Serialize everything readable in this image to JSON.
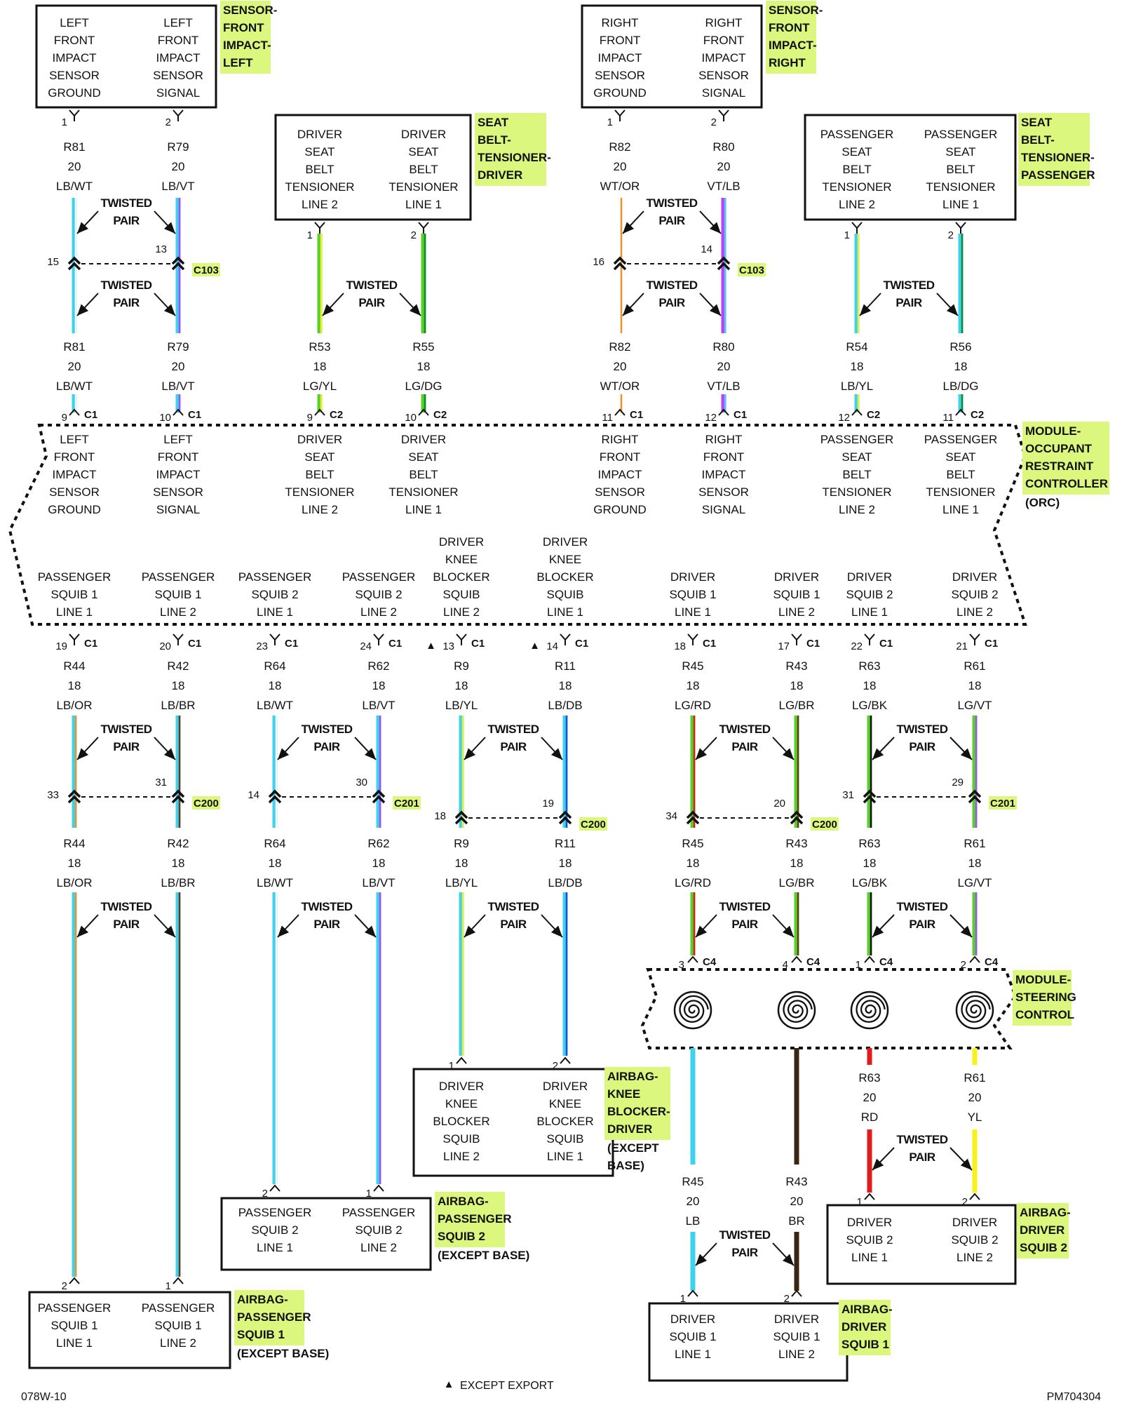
{
  "components": {
    "sensor_left": {
      "tag": [
        "SENSOR-",
        "FRONT",
        "IMPACT-",
        "LEFT"
      ],
      "col_a": [
        "LEFT",
        "FRONT",
        "IMPACT",
        "SENSOR",
        "GROUND"
      ],
      "col_b": [
        "LEFT",
        "FRONT",
        "IMPACT",
        "SENSOR",
        "SIGNAL"
      ]
    },
    "sensor_right": {
      "tag": [
        "SENSOR-",
        "FRONT",
        "IMPACT-",
        "RIGHT"
      ],
      "col_a": [
        "RIGHT",
        "FRONT",
        "IMPACT",
        "SENSOR",
        "GROUND"
      ],
      "col_b": [
        "RIGHT",
        "FRONT",
        "IMPACT",
        "SENSOR",
        "SIGNAL"
      ]
    },
    "tensioner_driver": {
      "tag": [
        "SEAT",
        "BELT-",
        "TENSIONER-",
        "DRIVER"
      ],
      "col_a": [
        "DRIVER",
        "SEAT",
        "BELT",
        "TENSIONER",
        "LINE 2"
      ],
      "col_b": [
        "DRIVER",
        "SEAT",
        "BELT",
        "TENSIONER",
        "LINE 1"
      ]
    },
    "tensioner_passenger": {
      "tag": [
        "SEAT",
        "BELT-",
        "TENSIONER-",
        "PASSENGER"
      ],
      "col_a": [
        "PASSENGER",
        "SEAT",
        "BELT",
        "TENSIONER",
        "LINE 2"
      ],
      "col_b": [
        "PASSENGER",
        "SEAT",
        "BELT",
        "TENSIONER",
        "LINE 1"
      ]
    },
    "orc": {
      "tag": [
        "MODULE-",
        "OCCUPANT",
        "RESTRAINT",
        "CONTROLLER"
      ],
      "tag_note": "(ORC)",
      "top_pins": [
        [
          "LEFT",
          "FRONT",
          "IMPACT",
          "SENSOR",
          "GROUND"
        ],
        [
          "LEFT",
          "FRONT",
          "IMPACT",
          "SENSOR",
          "SIGNAL"
        ],
        [
          "DRIVER",
          "SEAT",
          "BELT",
          "TENSIONER",
          "LINE 2"
        ],
        [
          "DRIVER",
          "SEAT",
          "BELT",
          "TENSIONER",
          "LINE 1"
        ],
        [
          "RIGHT",
          "FRONT",
          "IMPACT",
          "SENSOR",
          "GROUND"
        ],
        [
          "RIGHT",
          "FRONT",
          "IMPACT",
          "SENSOR",
          "SIGNAL"
        ],
        [
          "PASSENGER",
          "SEAT",
          "BELT",
          "TENSIONER",
          "LINE 2"
        ],
        [
          "PASSENGER",
          "SEAT",
          "BELT",
          "TENSIONER",
          "LINE 1"
        ]
      ],
      "bottom_pins": [
        [
          "PASSENGER",
          "SQUIB 1",
          "LINE 1"
        ],
        [
          "PASSENGER",
          "SQUIB 1",
          "LINE 2"
        ],
        [
          "PASSENGER",
          "SQUIB 2",
          "LINE 1"
        ],
        [
          "PASSENGER",
          "SQUIB 2",
          "LINE 2"
        ],
        [
          "DRIVER",
          "KNEE",
          "BLOCKER",
          "SQUIB",
          "LINE 2"
        ],
        [
          "DRIVER",
          "KNEE",
          "BLOCKER",
          "SQUIB",
          "LINE 1"
        ],
        [
          "DRIVER",
          "SQUIB 1",
          "LINE 1"
        ],
        [
          "DRIVER",
          "SQUIB 1",
          "LINE 2"
        ],
        [
          "DRIVER",
          "SQUIB 2",
          "LINE 1"
        ],
        [
          "DRIVER",
          "SQUIB 2",
          "LINE 2"
        ]
      ]
    },
    "steering_module": {
      "tag": [
        "MODULE-",
        "STEERING",
        "CONTROL"
      ]
    },
    "airbag_knee": {
      "tag": [
        "AIRBAG-",
        "KNEE",
        "BLOCKER-",
        "DRIVER"
      ],
      "tag_note": [
        "(EXCEPT",
        "BASE)"
      ],
      "col_a": [
        "DRIVER",
        "KNEE",
        "BLOCKER",
        "SQUIB",
        "LINE 2"
      ],
      "col_b": [
        "DRIVER",
        "KNEE",
        "BLOCKER",
        "SQUIB",
        "LINE 1"
      ]
    },
    "airbag_pass2": {
      "tag": [
        "AIRBAG-",
        "PASSENGER",
        "SQUIB 2"
      ],
      "tag_note": [
        "(EXCEPT BASE)"
      ],
      "col_a": [
        "PASSENGER",
        "SQUIB 2",
        "LINE 1"
      ],
      "col_b": [
        "PASSENGER",
        "SQUIB 2",
        "LINE 2"
      ]
    },
    "airbag_pass1": {
      "tag": [
        "AIRBAG-",
        "PASSENGER",
        "SQUIB 1"
      ],
      "tag_note": [
        "(EXCEPT BASE)"
      ],
      "col_a": [
        "PASSENGER",
        "SQUIB 1",
        "LINE 1"
      ],
      "col_b": [
        "PASSENGER",
        "SQUIB 1",
        "LINE 2"
      ]
    },
    "airbag_drv2": {
      "tag": [
        "AIRBAG-",
        "DRIVER",
        "SQUIB 2"
      ],
      "col_a": [
        "DRIVER",
        "SQUIB 2",
        "LINE 1"
      ],
      "col_b": [
        "DRIVER",
        "SQUIB 2",
        "LINE 2"
      ]
    },
    "airbag_drv1": {
      "tag": [
        "AIRBAG-",
        "DRIVER",
        "SQUIB 1"
      ],
      "col_a": [
        "DRIVER",
        "SQUIB 1",
        "LINE 1"
      ],
      "col_b": [
        "DRIVER",
        "SQUIB 1",
        "LINE 2"
      ]
    }
  },
  "twisted_pair_label": [
    "TWISTED",
    "PAIR"
  ],
  "wires": {
    "R81": {
      "gauge": "20",
      "color_code": "LB/WT",
      "colors": [
        "#3fd2ec",
        "#ffffff"
      ]
    },
    "R79": {
      "gauge": "20",
      "color_code": "LB/VT",
      "colors": [
        "#3fd2ec",
        "#a64dff"
      ]
    },
    "R53": {
      "gauge": "18",
      "color_code": "LG/YL",
      "colors": [
        "#56d12a",
        "#f2ee2a"
      ]
    },
    "R55": {
      "gauge": "18",
      "color_code": "LG/DG",
      "colors": [
        "#56d12a",
        "#0f8a2e"
      ]
    },
    "R82": {
      "gauge": "20",
      "color_code": "WT/OR",
      "colors": [
        "#ffffff",
        "#f2902a"
      ]
    },
    "R80": {
      "gauge": "20",
      "color_code": "VT/LB",
      "colors": [
        "#c03cff",
        "#3fd2ec"
      ]
    },
    "R54": {
      "gauge": "18",
      "color_code": "LB/YL",
      "colors": [
        "#3fd2ec",
        "#f2ee2a"
      ]
    },
    "R56": {
      "gauge": "18",
      "color_code": "LB/DG",
      "colors": [
        "#3fd2ec",
        "#0f8a2e"
      ]
    },
    "R44": {
      "gauge": "18",
      "color_code": "LB/OR",
      "colors": [
        "#3fd2ec",
        "#f2902a"
      ]
    },
    "R42": {
      "gauge": "18",
      "color_code": "LB/BR",
      "colors": [
        "#3fd2ec",
        "#6b3a1e"
      ]
    },
    "R64": {
      "gauge": "18",
      "color_code": "LB/WT",
      "colors": [
        "#3fd2ec",
        "#ffffff"
      ]
    },
    "R62": {
      "gauge": "18",
      "color_code": "LB/VT",
      "colors": [
        "#3fd2ec",
        "#a64dff"
      ]
    },
    "R9": {
      "gauge": "18",
      "color_code": "LB/YL",
      "colors": [
        "#3fd2ec",
        "#f2ee2a"
      ]
    },
    "R11": {
      "gauge": "18",
      "color_code": "LB/DB",
      "colors": [
        "#3fd2ec",
        "#1d4fd6"
      ]
    },
    "R45": {
      "gauge": "18",
      "color_code": "LG/RD",
      "colors": [
        "#56d12a",
        "#e01b1b"
      ]
    },
    "R43": {
      "gauge": "18",
      "color_code": "LG/BR",
      "colors": [
        "#56d12a",
        "#6b3a1e"
      ]
    },
    "R63": {
      "gauge": "18",
      "color_code": "LG/BK",
      "colors": [
        "#56d12a",
        "#111111"
      ]
    },
    "R61": {
      "gauge": "18",
      "color_code": "LG/VT",
      "colors": [
        "#56d12a",
        "#a64dff"
      ]
    },
    "R63_20": {
      "circuit": "R63",
      "gauge": "20",
      "color_code": "RD",
      "colors": [
        "#e01b1b"
      ]
    },
    "R61_20": {
      "circuit": "R61",
      "gauge": "20",
      "color_code": "YL",
      "colors": [
        "#f7f21e"
      ]
    },
    "R45_20": {
      "circuit": "R45",
      "gauge": "20",
      "color_code": "LB",
      "colors": [
        "#3fd2ec"
      ]
    },
    "R43_20": {
      "circuit": "R43",
      "gauge": "20",
      "color_code": "BR",
      "colors": [
        "#3a2412"
      ]
    }
  },
  "connectors": {
    "c103": "C103",
    "c200": "C200",
    "c201": "C201",
    "c1": "C1",
    "c2": "C2",
    "c4": "C4"
  },
  "pins": {
    "sensor_left": [
      "1",
      "2"
    ],
    "tensioner_driver": [
      "1",
      "2"
    ],
    "sensor_right": [
      "1",
      "2"
    ],
    "tensioner_passenger": [
      "1",
      "2"
    ],
    "c103_left": [
      "15",
      "13"
    ],
    "c103_right": [
      "16",
      "14"
    ],
    "orc_top": [
      "9",
      "10",
      "9",
      "10",
      "11",
      "12",
      "12",
      "11"
    ],
    "orc_bottom": [
      "19",
      "20",
      "23",
      "24",
      "13",
      "14",
      "18",
      "17",
      "22",
      "21"
    ],
    "c200_pass1": [
      "33",
      "31"
    ],
    "c201_pass2": [
      "14",
      "30"
    ],
    "c200_knee": [
      "18",
      "19"
    ],
    "c200_drv1": [
      "34",
      "20"
    ],
    "c201_drv2": [
      "31",
      "29"
    ],
    "c4": [
      "3",
      "4",
      "1",
      "2"
    ],
    "airbag_knee": [
      "1",
      "2"
    ],
    "airbag_pass2": [
      "2",
      "1"
    ],
    "airbag_pass1": [
      "2",
      "1"
    ],
    "airbag_drv2": [
      "1",
      "2"
    ],
    "airbag_drv1": [
      "1",
      "2"
    ]
  },
  "legend": {
    "marker": "▲",
    "text": "EXCEPT EXPORT"
  },
  "footer": {
    "left_code": "078W-10",
    "right_code": "PM704304"
  }
}
